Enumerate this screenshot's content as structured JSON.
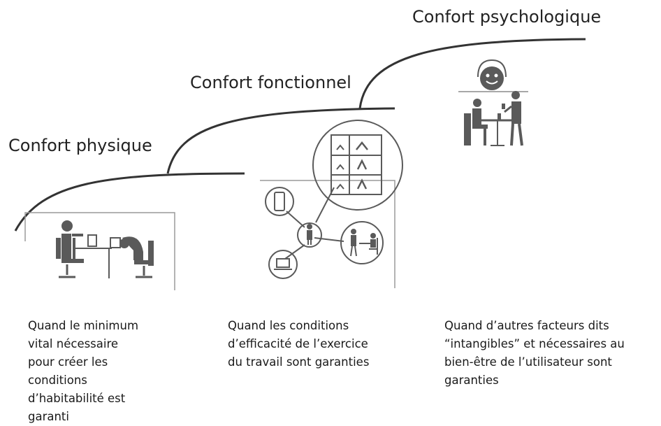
{
  "levels": [
    {
      "title": "Confort physique",
      "description": [
        "Quand le minimum",
        "vital nécessaire",
        "pour créer les",
        "conditions",
        "d’habitabilité est",
        "garanti"
      ]
    },
    {
      "title": "Confort fonctionnel",
      "description": [
        "Quand les conditions",
        "d’efficacité de l’exercice",
        "du travail sont garanties"
      ]
    },
    {
      "title": "Confort psychologique",
      "description": [
        "Quand d’autres facteurs dits",
        "“intangibles” et nécessaires au",
        "bien-être de l’utilisateur sont",
        "garanties"
      ]
    }
  ],
  "colors": {
    "stroke": "#333333",
    "icon": "#5a5a5a",
    "text": "#1a1a1a"
  },
  "icons": [
    "office-workers-icon",
    "smartphone-icon",
    "person-network-icon",
    "laptop-icon",
    "meeting-icon",
    "plant-shelf-icon",
    "smiley-icon",
    "cafe-icon"
  ]
}
